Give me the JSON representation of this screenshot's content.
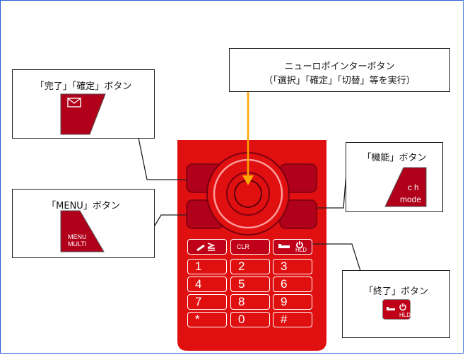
{
  "callouts": {
    "kanryo_kakutei": "「完了」「確定」ボタン",
    "neuro_line1": "ニューロポインターボタン",
    "neuro_line2": "（「選択」「確定」「切替」等を実行）",
    "kinou": "「機能」ボタン",
    "menu": "「MENU」ボタン",
    "shuryo": "「終了」ボタン"
  },
  "key_labels": {
    "menu_line1": "MENU",
    "menu_line2": "MULTI",
    "kinou_ch": "ch",
    "kinou_mode": "mode",
    "hld": "HLD",
    "clr": "CLR"
  },
  "keypad": {
    "rows": [
      [
        "1",
        "2",
        "3"
      ],
      [
        "4",
        "5",
        "6"
      ],
      [
        "7",
        "8",
        "9"
      ],
      [
        "*",
        "0",
        "#"
      ]
    ]
  },
  "colors": {
    "phone_body": "#e01010",
    "key_dark": "#b0001a",
    "arrow": "#ffa500",
    "frame_border": "#2d5fd6"
  },
  "icons": [
    "envelope-icon",
    "call-icon",
    "end-call-icon",
    "power-icon"
  ]
}
